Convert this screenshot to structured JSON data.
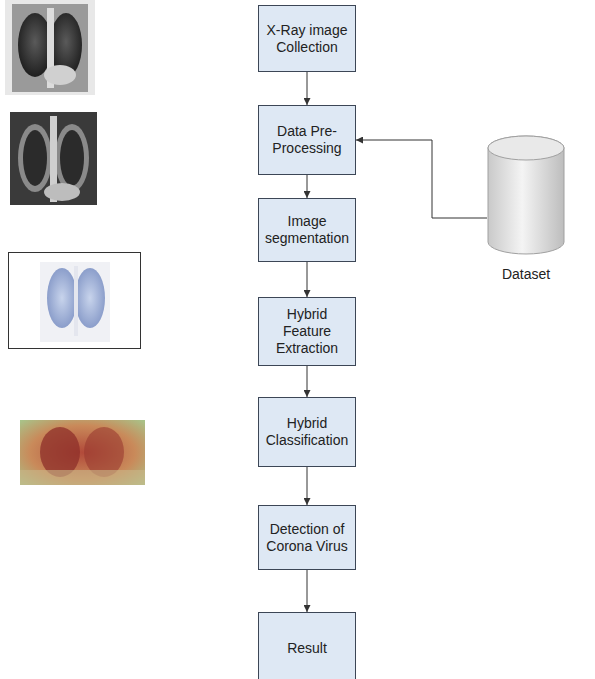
{
  "diagram": {
    "nodes": [
      {
        "text": [
          "X-Ray image Collection"
        ]
      },
      {
        "text": [
          "Data Pre-Processing"
        ]
      },
      {
        "text": [
          "Image segmentation"
        ]
      },
      {
        "text": [
          "Hybrid Feature Extraction"
        ]
      },
      {
        "text": [
          "Hybrid Classification"
        ]
      },
      {
        "text": [
          "Detection of Corona Virus"
        ]
      },
      {
        "text": [
          "Result"
        ]
      },
      {
        "text": [
          "Dataset"
        ]
      }
    ],
    "edges": [
      {
        "from": 0,
        "to": 1,
        "arrow": "to"
      },
      {
        "from": 1,
        "to": 2,
        "arrow": "to"
      },
      {
        "from": 2,
        "to": 3,
        "arrow": "to"
      },
      {
        "from": 3,
        "to": 4,
        "arrow": "to"
      },
      {
        "from": 4,
        "to": 5,
        "arrow": "to"
      },
      {
        "from": 5,
        "to": 6,
        "arrow": "to"
      },
      {
        "from": 7,
        "to": 1,
        "arrow": "to"
      }
    ]
  }
}
